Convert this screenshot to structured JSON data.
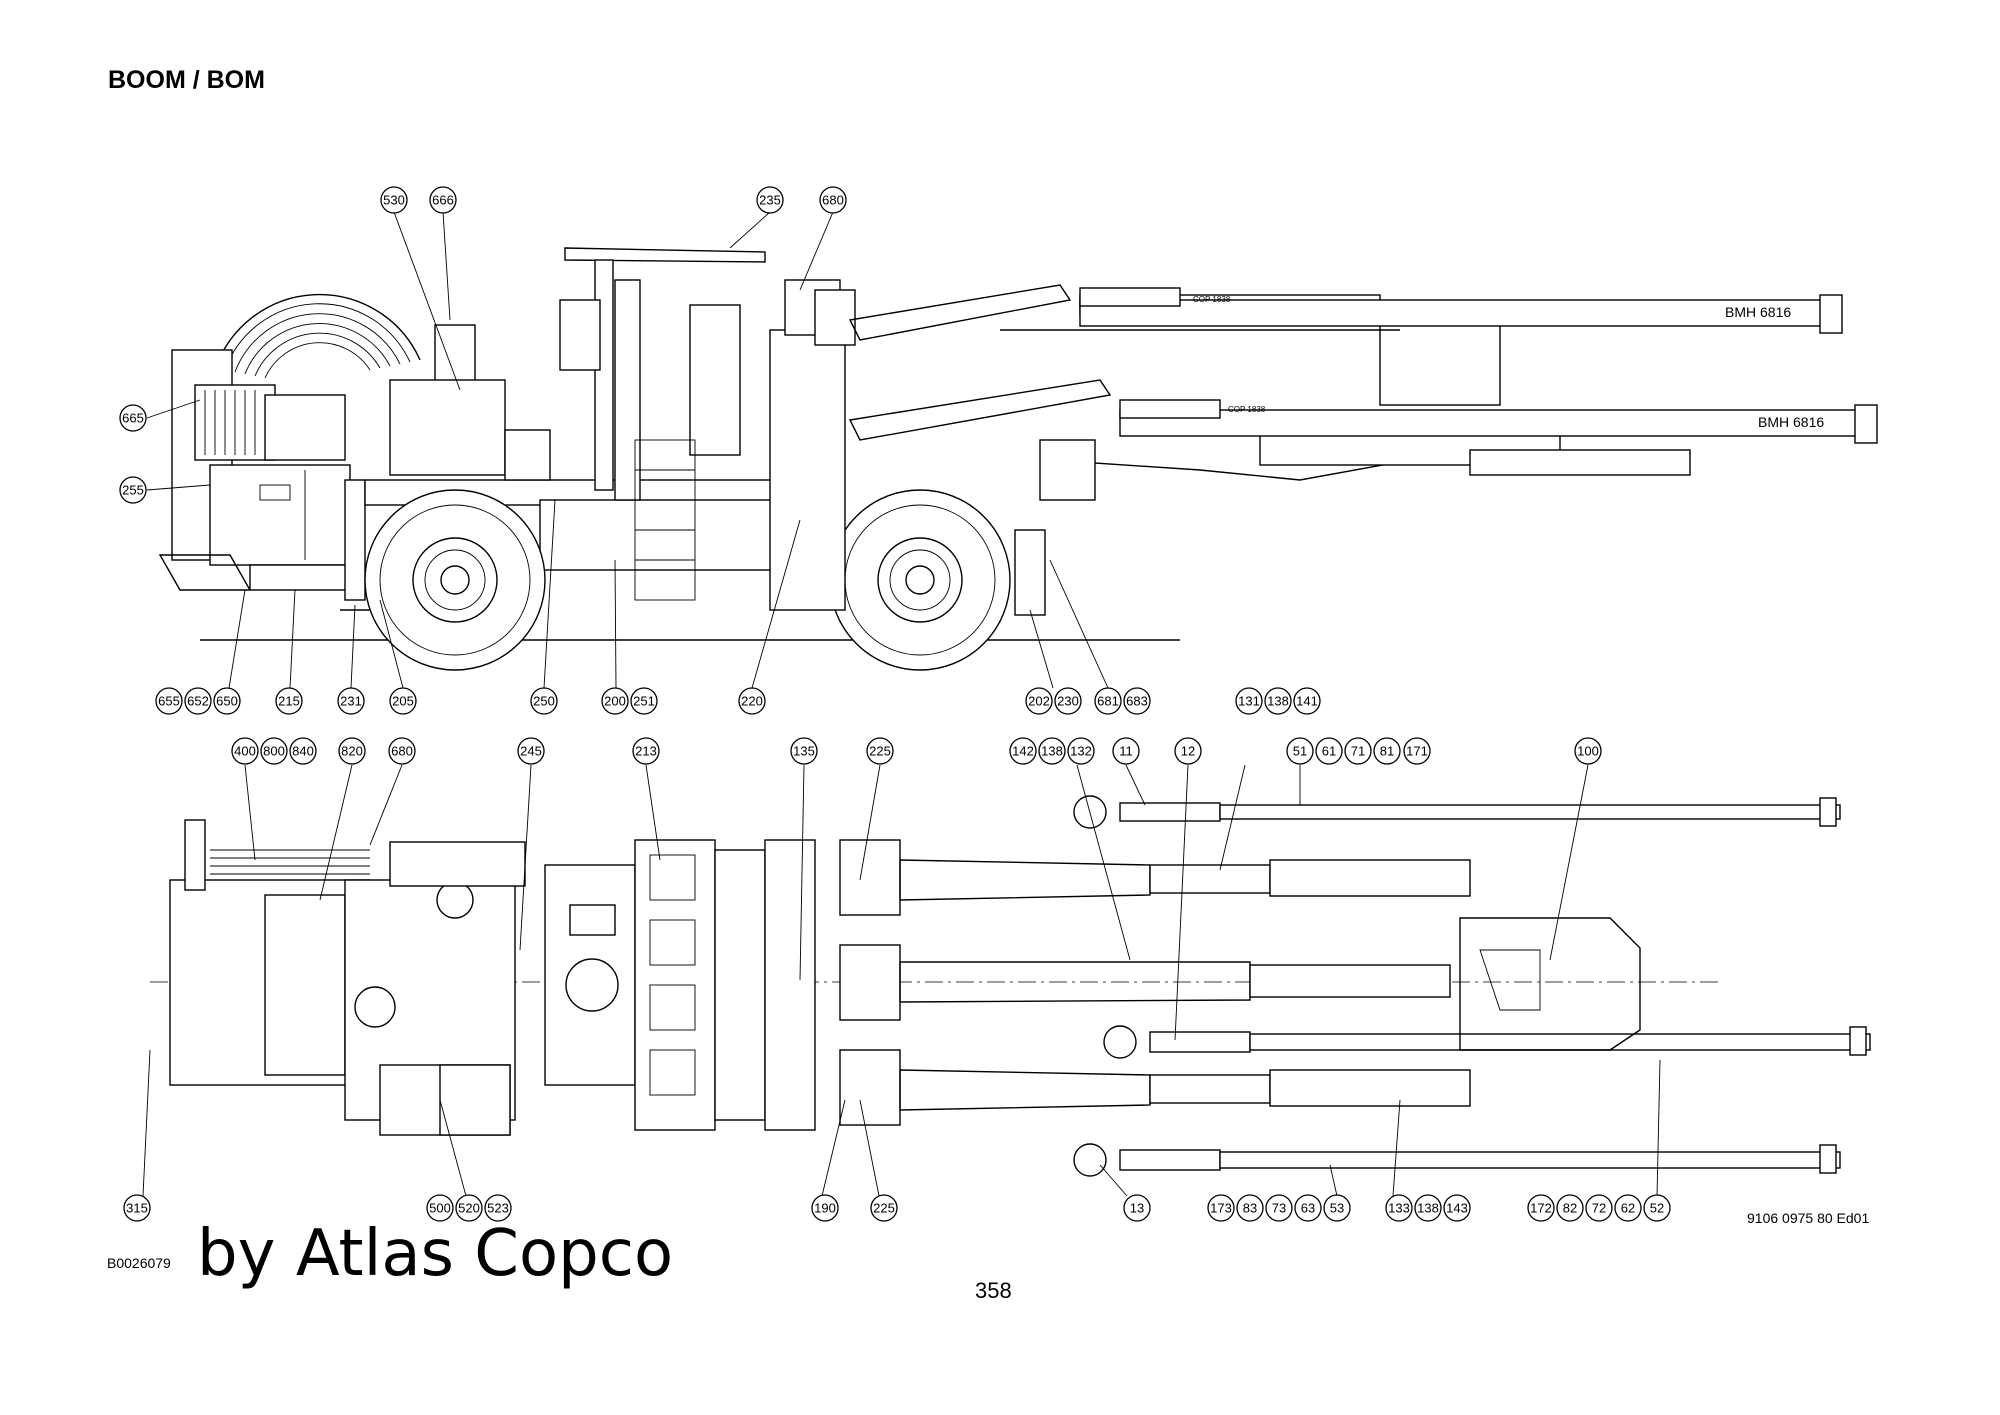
{
  "header": {
    "title": "BOOM / BOM"
  },
  "footer": {
    "drawing_number": "9106 0975 80 Ed01",
    "figure_id": "B0026079",
    "watermark": "by Atlas Copco",
    "page_number": "358"
  },
  "side_view": {
    "markings": {
      "boom_upper": "BMH 6816",
      "boom_lower": "BMH 6816",
      "rock_drill_upper": "COP 1838",
      "rock_drill_lower": "COP 1838"
    },
    "callouts_top": [
      "530",
      "666",
      "235",
      "680"
    ],
    "callouts_left": [
      "665",
      "255"
    ],
    "callouts_bottom": [
      "655",
      "652",
      "650",
      "215",
      "231",
      "205",
      "250",
      "200",
      "251",
      "220",
      "202",
      "230",
      "681",
      "683"
    ]
  },
  "top_view": {
    "callouts_top": [
      "400",
      "800",
      "840",
      "820",
      "680",
      "245",
      "213",
      "135",
      "225",
      "142",
      "138",
      "132",
      "11",
      "12",
      "131",
      "138",
      "141",
      "51",
      "61",
      "71",
      "81",
      "171",
      "100"
    ],
    "callouts_bottom": [
      "315",
      "500",
      "520",
      "523",
      "190",
      "225",
      "13",
      "173",
      "83",
      "73",
      "63",
      "53",
      "133",
      "138",
      "143",
      "172",
      "82",
      "72",
      "62",
      "52"
    ]
  }
}
